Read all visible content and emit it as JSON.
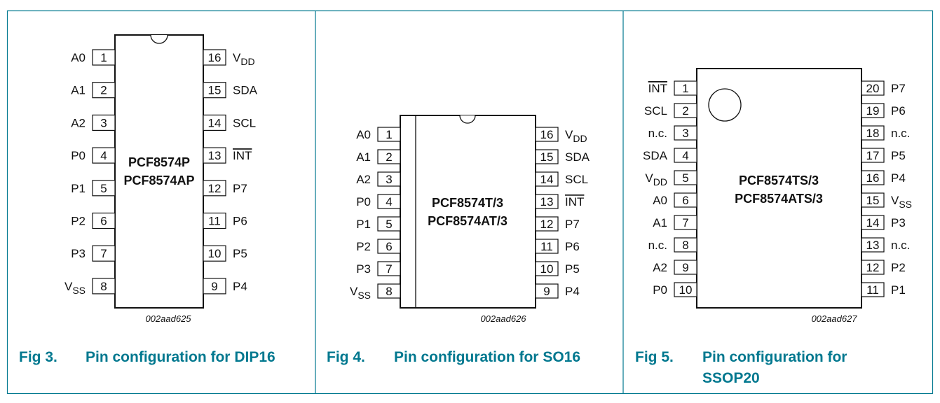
{
  "colors": {
    "frame": "#00788f",
    "caption": "#00788f",
    "ink": "#111111"
  },
  "figures": [
    {
      "fig": "Fig 3.",
      "title": [
        "Pin configuration for DIP16"
      ],
      "chip_name": [
        "PCF8574P",
        "PCF8574AP"
      ],
      "code": "002aad625",
      "marker": "notch",
      "left_pins": [
        {
          "num": "1",
          "label": "A0"
        },
        {
          "num": "2",
          "label": "A1"
        },
        {
          "num": "3",
          "label": "A2"
        },
        {
          "num": "4",
          "label": "P0"
        },
        {
          "num": "5",
          "label": "P1"
        },
        {
          "num": "6",
          "label": "P2"
        },
        {
          "num": "7",
          "label": "P3"
        },
        {
          "num": "8",
          "label": "V",
          "sub": "SS"
        }
      ],
      "right_pins": [
        {
          "num": "16",
          "label": "V",
          "sub": "DD"
        },
        {
          "num": "15",
          "label": "SDA"
        },
        {
          "num": "14",
          "label": "SCL"
        },
        {
          "num": "13",
          "label": "INT",
          "overline": true
        },
        {
          "num": "12",
          "label": "P7"
        },
        {
          "num": "11",
          "label": "P6"
        },
        {
          "num": "10",
          "label": "P5"
        },
        {
          "num": "9",
          "label": "P4"
        }
      ]
    },
    {
      "fig": "Fig 4.",
      "title": [
        "Pin configuration for SO16"
      ],
      "chip_name": [
        "PCF8574T/3",
        "PCF8574AT/3"
      ],
      "code": "002aad626",
      "marker": "notch",
      "left_pins": [
        {
          "num": "1",
          "label": "A0"
        },
        {
          "num": "2",
          "label": "A1"
        },
        {
          "num": "3",
          "label": "A2"
        },
        {
          "num": "4",
          "label": "P0"
        },
        {
          "num": "5",
          "label": "P1"
        },
        {
          "num": "6",
          "label": "P2"
        },
        {
          "num": "7",
          "label": "P3"
        },
        {
          "num": "8",
          "label": "V",
          "sub": "SS"
        }
      ],
      "right_pins": [
        {
          "num": "16",
          "label": "V",
          "sub": "DD"
        },
        {
          "num": "15",
          "label": "SDA"
        },
        {
          "num": "14",
          "label": "SCL"
        },
        {
          "num": "13",
          "label": "INT",
          "overline": true
        },
        {
          "num": "12",
          "label": "P7"
        },
        {
          "num": "11",
          "label": "P6"
        },
        {
          "num": "10",
          "label": "P5"
        },
        {
          "num": "9",
          "label": "P4"
        }
      ]
    },
    {
      "fig": "Fig 5.",
      "title": [
        "Pin configuration for",
        "SSOP20"
      ],
      "chip_name": [
        "PCF8574TS/3",
        "PCF8574ATS/3"
      ],
      "code": "002aad627",
      "marker": "circle",
      "left_pins": [
        {
          "num": "1",
          "label": "INT",
          "overline": true
        },
        {
          "num": "2",
          "label": "SCL"
        },
        {
          "num": "3",
          "label": "n.c."
        },
        {
          "num": "4",
          "label": "SDA"
        },
        {
          "num": "5",
          "label": "V",
          "sub": "DD"
        },
        {
          "num": "6",
          "label": "A0"
        },
        {
          "num": "7",
          "label": "A1"
        },
        {
          "num": "8",
          "label": "n.c."
        },
        {
          "num": "9",
          "label": "A2"
        },
        {
          "num": "10",
          "label": "P0"
        }
      ],
      "right_pins": [
        {
          "num": "20",
          "label": "P7"
        },
        {
          "num": "19",
          "label": "P6"
        },
        {
          "num": "18",
          "label": "n.c."
        },
        {
          "num": "17",
          "label": "P5"
        },
        {
          "num": "16",
          "label": "P4"
        },
        {
          "num": "15",
          "label": "V",
          "sub": "SS"
        },
        {
          "num": "14",
          "label": "P3"
        },
        {
          "num": "13",
          "label": "n.c."
        },
        {
          "num": "12",
          "label": "P2"
        },
        {
          "num": "11",
          "label": "P1"
        }
      ]
    }
  ]
}
